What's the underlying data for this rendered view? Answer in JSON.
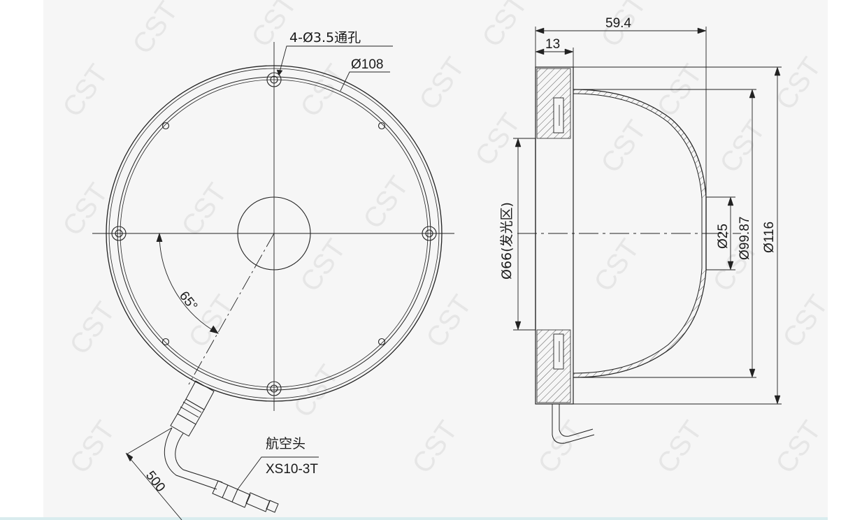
{
  "drawing": {
    "watermark": "CST",
    "front_view": {
      "hole_callout": "4-Ø3.5通孔",
      "outer_diameter": "Ø108",
      "angle": "65°",
      "connector_name": "航空头",
      "connector_model": "XS10-3T",
      "cable_length": "500"
    },
    "side_view": {
      "total_height": "59.4",
      "base_height": "13",
      "emitting_zone": "Ø66(发光区)",
      "top_hole": "Ø25",
      "dome_diameter": "Ø99.87",
      "outer_diameter": "Ø116"
    }
  }
}
